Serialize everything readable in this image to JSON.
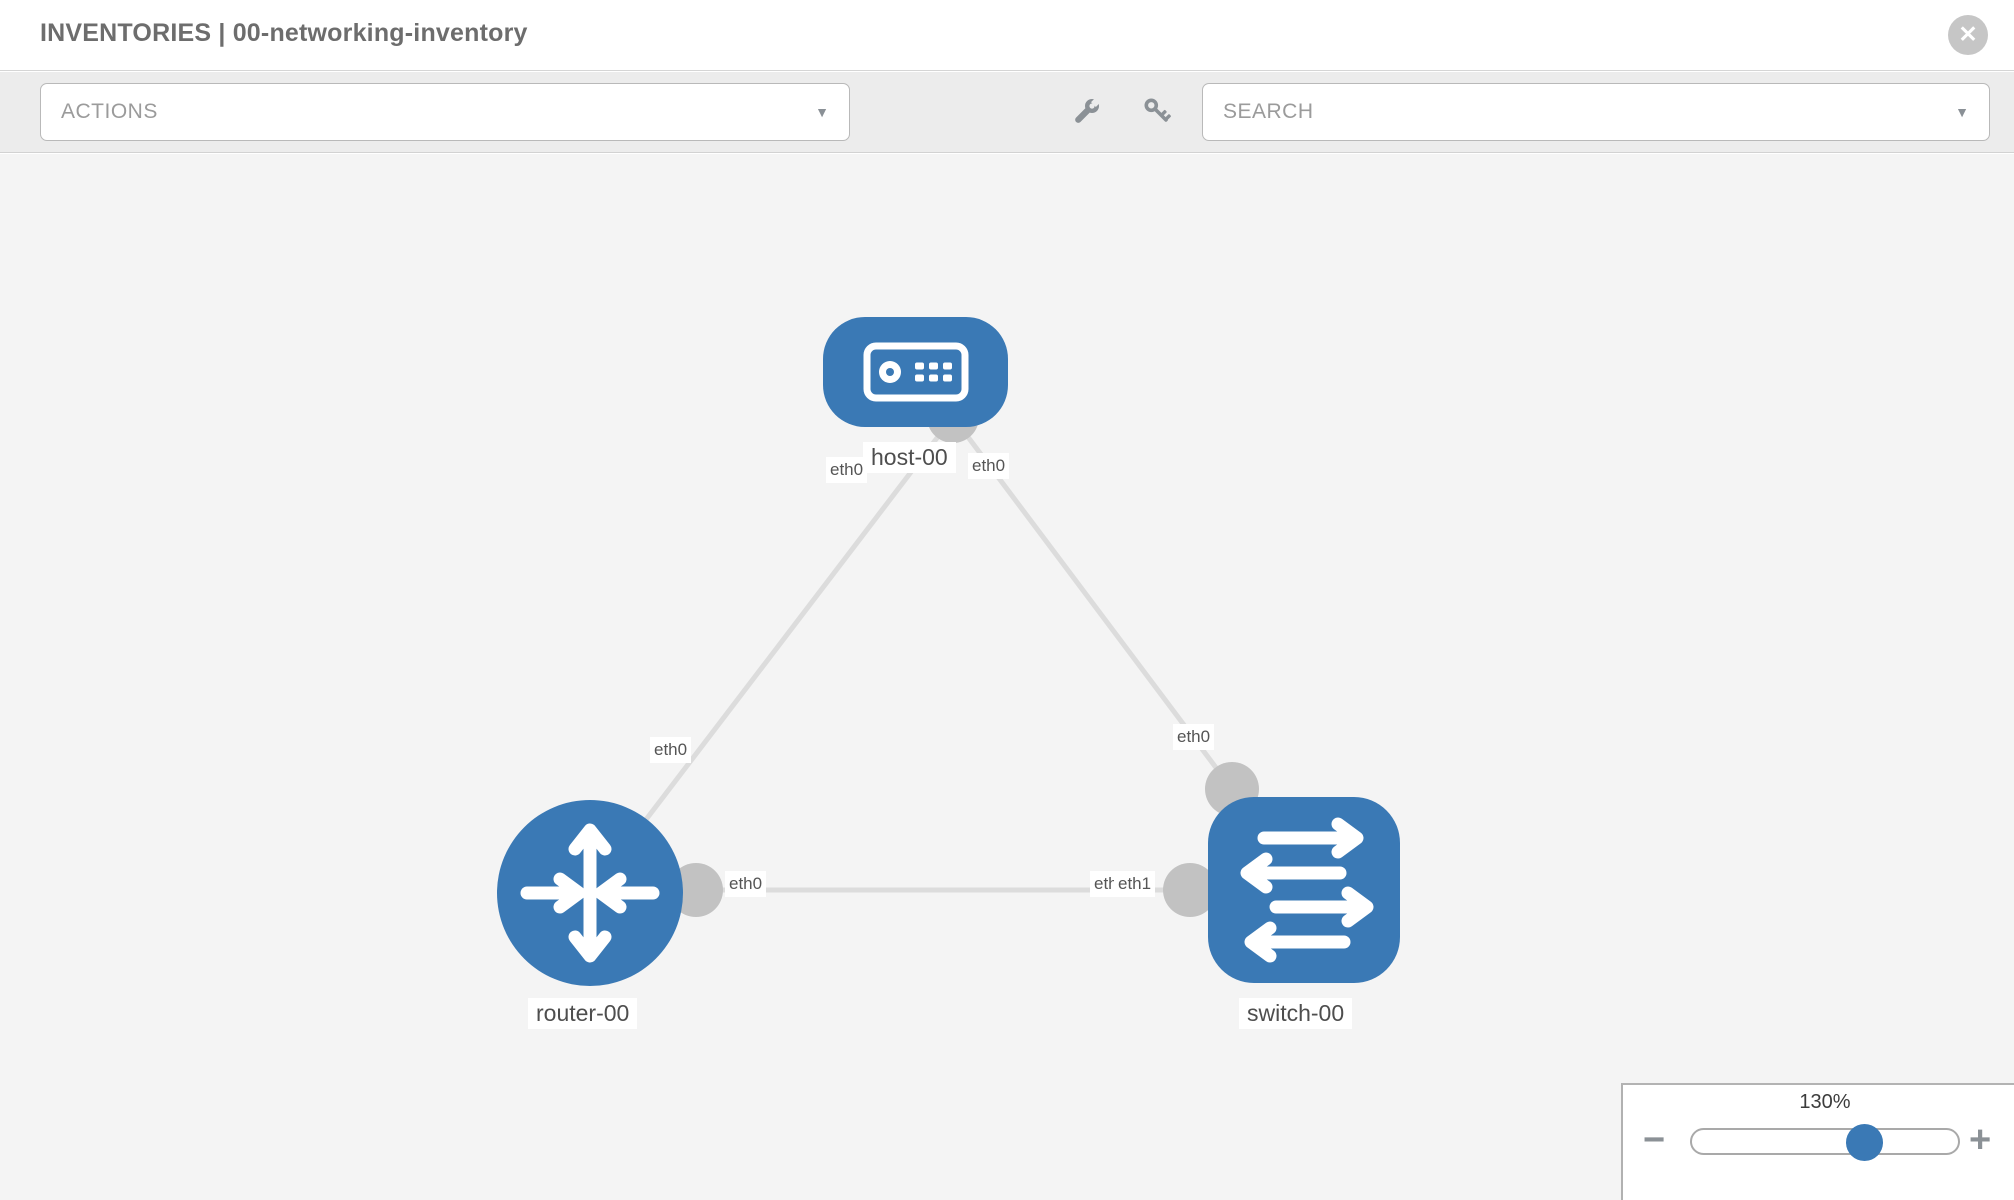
{
  "header": {
    "title": "INVENTORIES | 00-networking-inventory",
    "close_glyph": "✕"
  },
  "toolbar": {
    "actions_label": "ACTIONS",
    "search_placeholder": "SEARCH",
    "caret_glyph": "▼",
    "icons": [
      "wrench-icon",
      "key-icon"
    ]
  },
  "topology": {
    "nodes": [
      {
        "id": "host-00",
        "type": "host",
        "label": "host-00"
      },
      {
        "id": "router-00",
        "type": "router",
        "label": "router-00"
      },
      {
        "id": "switch-00",
        "type": "switch",
        "label": "switch-00"
      }
    ],
    "if_labels": {
      "host_left": "eth0",
      "host_right": "eth0",
      "router_top": "eth0",
      "router_right": "eth0",
      "switch_top": "eth0",
      "switch_left_back": "eth0",
      "switch_left_front": "eth1"
    },
    "links": [
      {
        "from": "host-00",
        "from_if": "eth0",
        "to": "router-00",
        "to_if": "eth0"
      },
      {
        "from": "host-00",
        "from_if": "eth0",
        "to": "switch-00",
        "to_if": "eth0"
      },
      {
        "from": "router-00",
        "from_if": "eth0",
        "to": "switch-00",
        "to_if": "eth1"
      }
    ]
  },
  "zoom_control": {
    "level": "130%",
    "minus_glyph": "−",
    "plus_glyph": "+"
  },
  "colors": {
    "node_blue": "#3a79b5",
    "link_gray": "#dcdcdc",
    "connector_gray": "#c2c2c2",
    "toolbar_bg": "#ececec",
    "canvas_bg": "#f4f4f4"
  }
}
